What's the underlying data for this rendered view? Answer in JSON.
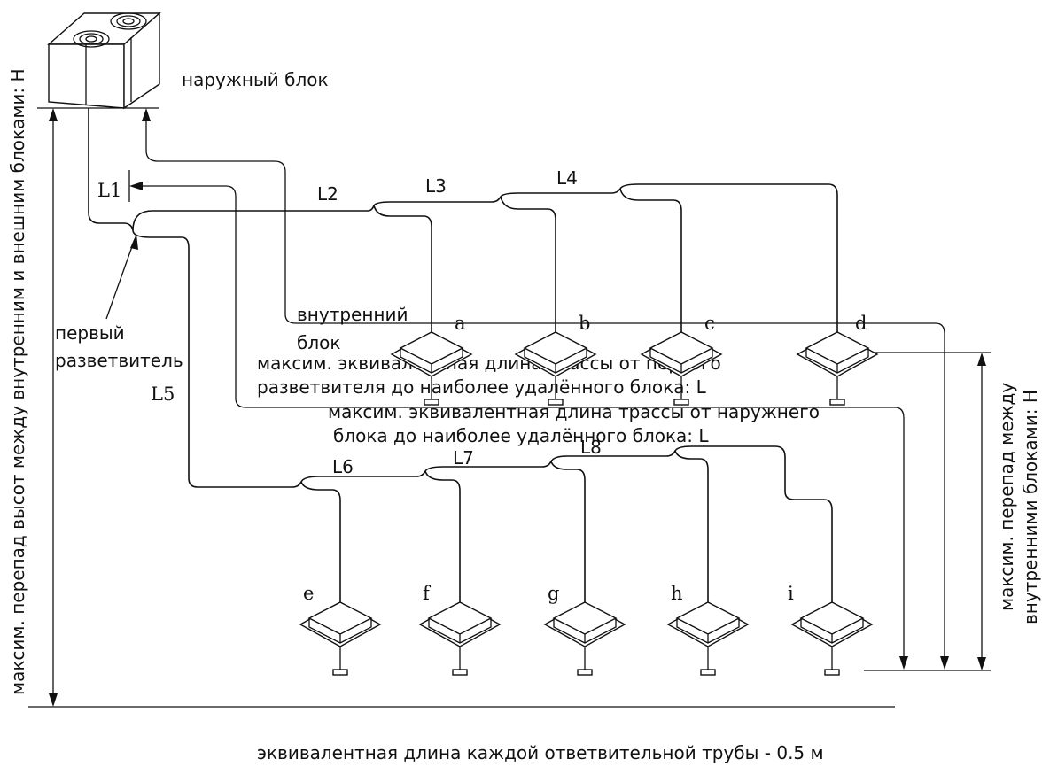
{
  "labels": {
    "outdoor_unit": "наружный блок",
    "first_branch_line1": "первый",
    "first_branch_line2": "разветвитель",
    "indoor_unit_line1": "внутренний",
    "indoor_unit_line2": "блок",
    "left_height_caption": "максим. перепад высот между внутренним и внешним блоками: H",
    "right_height_caption_line1": "максим. перепад между",
    "right_height_caption_line2": "внутренними блоками: H",
    "max_length_outdoor_line1": "максим. эквивалентная длина трассы от наружнего",
    "max_length_outdoor_line2": "блока до наиболее удалённого блока: L",
    "max_length_branch_line1": "максим. эквивалентная длина трассы от первого",
    "max_length_branch_line2": "разветвителя до наиболее удалённого блока: L",
    "bottom_caption": "эквивалентная длина каждой ответвительной трубы - 0.5 м"
  },
  "segments": {
    "L1": "L1",
    "L2": "L2",
    "L3": "L3",
    "L4": "L4",
    "L5": "L5",
    "L6": "L6",
    "L7": "L7",
    "L8": "L8"
  },
  "units": {
    "top": [
      "a",
      "b",
      "c",
      "d"
    ],
    "bottom": [
      "e",
      "f",
      "g",
      "h",
      "i"
    ]
  }
}
